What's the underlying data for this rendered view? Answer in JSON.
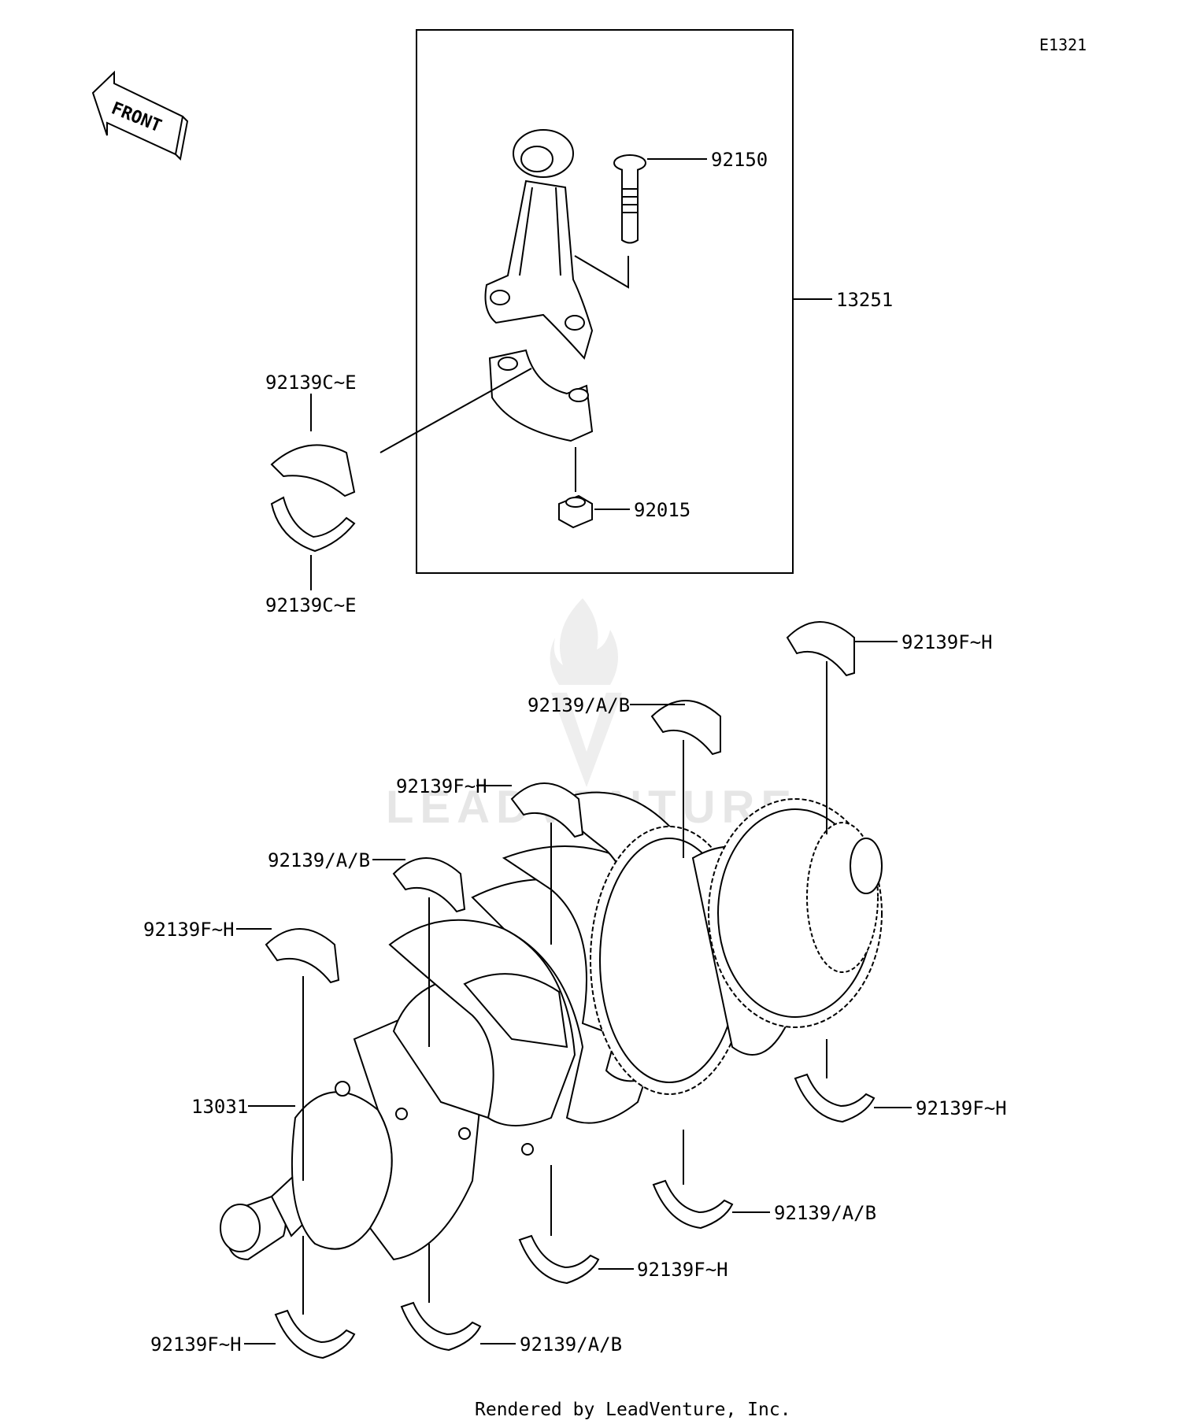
{
  "diagram": {
    "code": "E1321",
    "footer": "Rendered by LeadVenture, Inc.",
    "watermark": "LEADVENTURE",
    "front_label": "FRONT",
    "labels": {
      "p92150": "92150",
      "p13251": "13251",
      "p92015": "92015",
      "p92139ce_top": "92139C~E",
      "p92139ce_bottom": "92139C~E",
      "p92139fh_1": "92139F~H",
      "p92139ab_1": "92139/A/B",
      "p92139fh_2": "92139F~H",
      "p92139ab_2": "92139/A/B",
      "p92139fh_3": "92139F~H",
      "p13031": "13031",
      "p92139fh_4": "92139F~H",
      "p92139ab_3": "92139/A/B",
      "p92139fh_5": "92139F~H",
      "p92139fh_6": "92139F~H",
      "p92139ab_4": "92139/A/B"
    }
  }
}
